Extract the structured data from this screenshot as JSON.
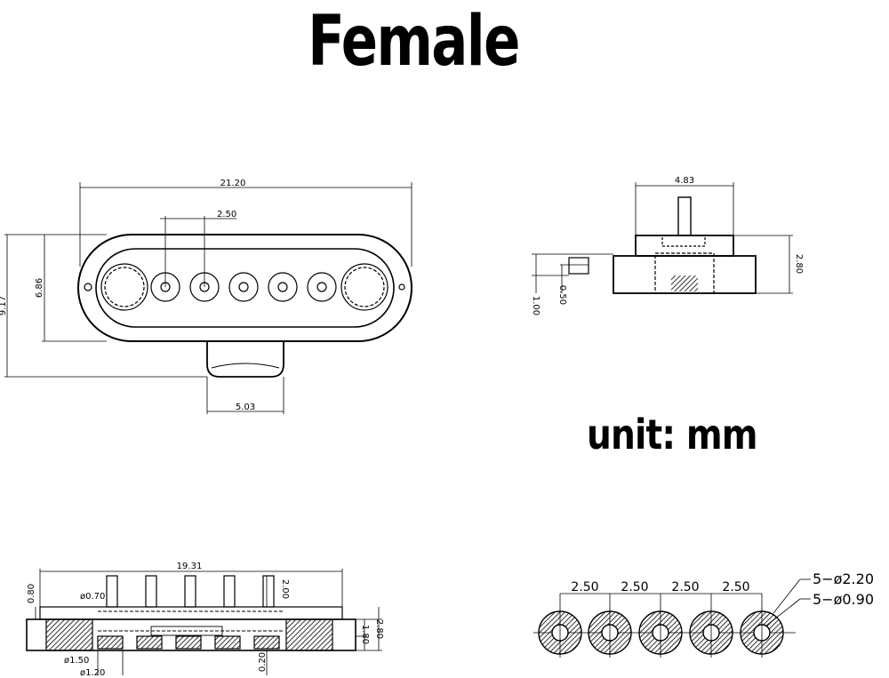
{
  "title": "Female",
  "unit_label": "unit: mm",
  "front_view": {
    "width": "21.20",
    "pitch": "2.50",
    "height_outer": "9.17",
    "height_body": "6.86",
    "tab_width": "5.03"
  },
  "side_view": {
    "width": "4.83",
    "height": "2.80",
    "pin_len": "1.00",
    "step": "0.50"
  },
  "bottom_section": {
    "length": "19.31",
    "pin_height": "0.80",
    "pin_dia": "ø0.70",
    "pin_len": "2.00",
    "body_h": "1.80",
    "total_h": "2.80",
    "hole_dia_a": "ø1.50",
    "hole_dia_b": "ø1.20",
    "gap": "0.20"
  },
  "pad_pattern": {
    "pitches": [
      "2.50",
      "2.50",
      "2.50",
      "2.50"
    ],
    "outer_dia": "5−ø2.20",
    "inner_dia": "5−ø0.90"
  }
}
